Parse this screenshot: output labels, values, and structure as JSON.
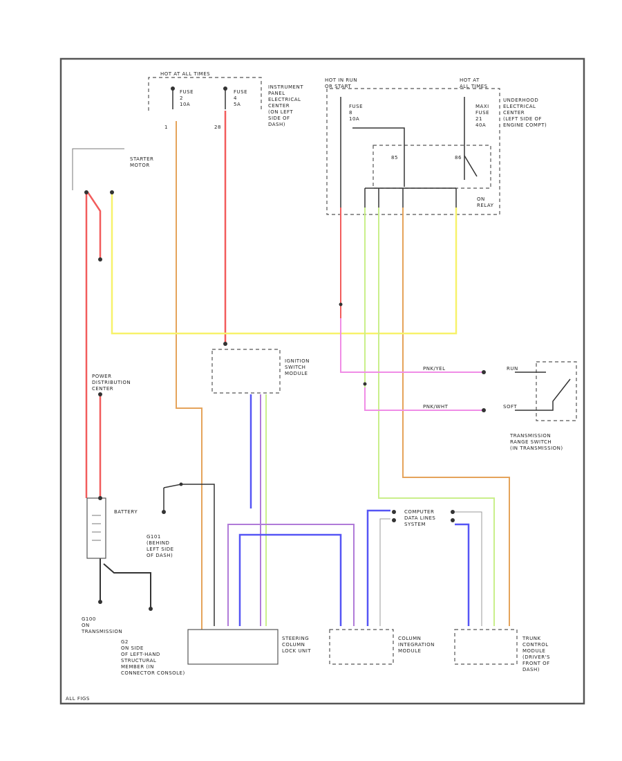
{
  "diagram": {
    "labels": {
      "fuse_block_top": "HOT AT ALL TIMES",
      "fuse_a": "FUSE\n2\n10A",
      "fuse_b": "FUSE\n4\n5A",
      "fuse_a_num": "1",
      "fuse_b_num": "28",
      "ipec": "INSTRUMENT\nPANEL\nELECTRICAL\nCENTER\n(ON LEFT\nSIDE OF\nDASH)",
      "hot_run_start": "HOT IN RUN\nOR START",
      "hot_at": "HOT AT\nALL TIMES",
      "fuse_c": "FUSE\n8\n10A",
      "maxi_fuse": "MAXI\nFUSE\n21\n40A",
      "uec": "UNDERHOOD\nELECTRICAL\nCENTER\n(LEFT SIDE OF\nENGINE COMPT)",
      "relay": "ON\nRELAY",
      "starter_motor": "STARTER\nMOTOR",
      "ignition_switch": "IGNITION\nSWITCH\nMODULE",
      "power_distribution": "POWER\nDISTRIBUTION\nCENTER",
      "battery": "BATTERY",
      "g101": "G101\n(BEHIND\nLEFT SIDE\nOF DASH)",
      "g100": "G100\nON\nTRANSMISSION",
      "g102": "G2\nON SIDE\nOF LEFT-HAND\nSTRUCTURAL\nMEMBER (IN\nCONNECTOR CONSOLE)",
      "trs": "TRANSMISSION\nRANGE SWITCH\n(IN TRANSMISSION)",
      "trs_run": "RUN",
      "trs_soft": "SOFT",
      "computer_data": "COMPUTER\nDATA LINES\nSYSTEM",
      "steering_lock": "STEERING\nCOLUMN\nLOCK UNIT",
      "column_integration": "COLUMN\nINTEGRATION\nMODULE",
      "trunk_control": "TRUNK\nCONTROL\nMODULE\n(DRIVER'S\nFRONT OF\nDASH)",
      "figure_id": "ALL FIGS"
    },
    "wire_colors": {
      "red": "#f25c5c",
      "orange": "#e5a35a",
      "yellow": "#f7f26a",
      "pink": "#f08ce6",
      "blue": "#5555f5",
      "purple": "#9a6ad8",
      "lgreen": "#c9ef8a",
      "black": "#333333"
    }
  }
}
